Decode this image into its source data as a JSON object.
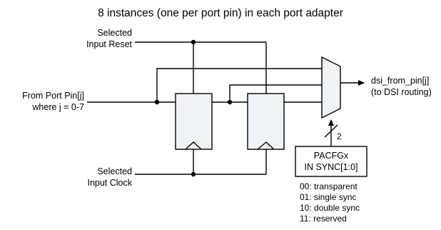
{
  "title": "8 instances (one per port pin) in each port adapter",
  "inputs": {
    "reset": [
      "Selected",
      "Input Reset"
    ],
    "port_pin": [
      "From Port Pin[j]",
      "where j = 0-7"
    ],
    "clock": [
      "Selected",
      "Input Clock"
    ]
  },
  "output": {
    "signal": "dsi_from_pin[j]",
    "destination": "(to DSI routing)"
  },
  "bus_width": "2",
  "register": {
    "name": "PACFGx",
    "field": "IN SYNC[1:0]"
  },
  "modes": [
    "00: transparent",
    "01: single sync",
    "10: double sync",
    "11: reserved"
  ]
}
